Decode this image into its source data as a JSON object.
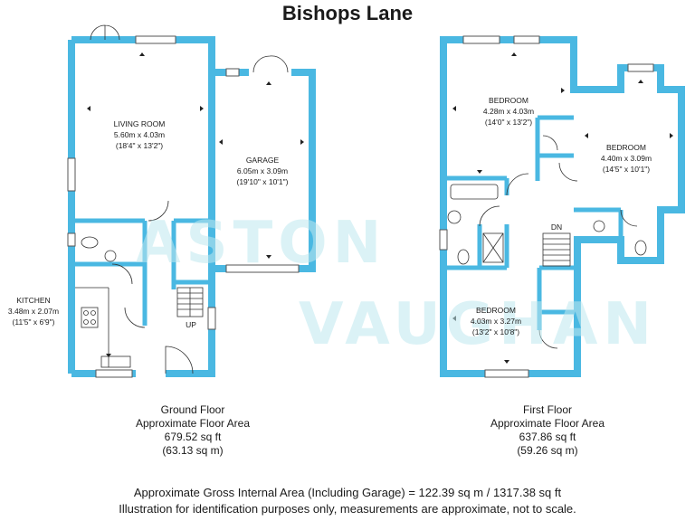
{
  "title": "Bishops Lane",
  "watermark": {
    "line1": "ASTON",
    "line2": "VAUGHAN"
  },
  "colors": {
    "wall": "#4ab8e2",
    "watermark": "#bfe9ef"
  },
  "ground_floor": {
    "rooms": {
      "living_room": {
        "name": "LIVING ROOM",
        "metric": "5.60m x 4.03m",
        "imperial": "(18'4\" x 13'2\")"
      },
      "garage": {
        "name": "GARAGE",
        "metric": "6.05m x 3.09m",
        "imperial": "(19'10\" x 10'1\")"
      },
      "kitchen": {
        "name": "KITCHEN",
        "metric": "3.48m x 2.07m",
        "imperial": "(11'5\" x 6'9\")"
      }
    },
    "stair_label": "UP",
    "caption": {
      "name": "Ground Floor",
      "line1": "Approximate Floor Area",
      "sqft": "679.52 sq ft",
      "sqm": "(63.13 sq m)"
    }
  },
  "first_floor": {
    "rooms": {
      "bedroom1": {
        "name": "BEDROOM",
        "metric": "4.28m x 4.03m",
        "imperial": "(14'0\" x 13'2\")"
      },
      "bedroom2": {
        "name": "BEDROOM",
        "metric": "4.40m x 3.09m",
        "imperial": "(14'5\" x 10'1\")"
      },
      "bedroom3": {
        "name": "BEDROOM",
        "metric": "4.03m x 3.27m",
        "imperial": "(13'2\" x 10'8\")"
      }
    },
    "stair_label": "DN",
    "caption": {
      "name": "First Floor",
      "line1": "Approximate Floor Area",
      "sqft": "637.86 sq ft",
      "sqm": "(59.26 sq m)"
    }
  },
  "footer": {
    "gross_area": "Approximate Gross Internal Area (Including Garage) = 122.39 sq m / 1317.38 sq ft",
    "disclaimer": "Illustration for identification purposes only, measurements are approximate, not to scale."
  }
}
